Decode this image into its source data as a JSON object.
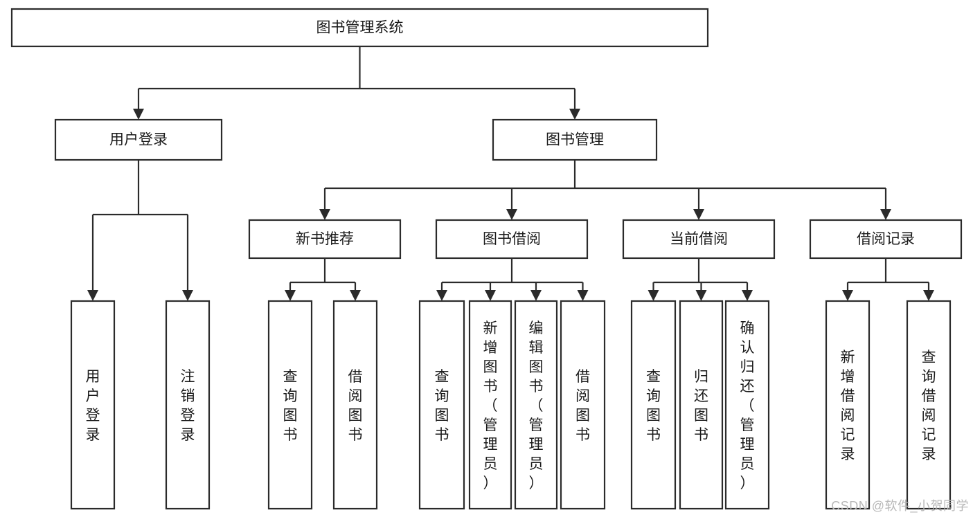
{
  "diagram": {
    "type": "tree",
    "title": "图书管理系统",
    "watermark": "CSDN @软件_小贺同学",
    "levels": [
      {
        "level": 1,
        "nodes": [
          {
            "id": "root",
            "label": "图书管理系统",
            "orientation": "horizontal"
          }
        ]
      },
      {
        "level": 2,
        "nodes": [
          {
            "id": "login",
            "label": "用户登录",
            "orientation": "horizontal",
            "parent": "root"
          },
          {
            "id": "bookmgmt",
            "label": "图书管理",
            "orientation": "horizontal",
            "parent": "root"
          }
        ]
      },
      {
        "level": 3,
        "nodes": [
          {
            "id": "newbook",
            "label": "新书推荐",
            "orientation": "horizontal",
            "parent": "bookmgmt"
          },
          {
            "id": "borrow",
            "label": "图书借阅",
            "orientation": "horizontal",
            "parent": "bookmgmt"
          },
          {
            "id": "current",
            "label": "当前借阅",
            "orientation": "horizontal",
            "parent": "bookmgmt"
          },
          {
            "id": "records",
            "label": "借阅记录",
            "orientation": "horizontal",
            "parent": "bookmgmt"
          }
        ]
      },
      {
        "level": 4,
        "nodes": [
          {
            "id": "leaf1",
            "label": "用户登录",
            "orientation": "vertical",
            "parent": "login"
          },
          {
            "id": "leaf2",
            "label": "注销登录",
            "orientation": "vertical",
            "parent": "login"
          },
          {
            "id": "leaf3",
            "label": "查询图书",
            "orientation": "vertical",
            "parent": "newbook"
          },
          {
            "id": "leaf4",
            "label": "借阅图书",
            "orientation": "vertical",
            "parent": "newbook"
          },
          {
            "id": "leaf5",
            "label": "查询图书",
            "orientation": "vertical",
            "parent": "borrow"
          },
          {
            "id": "leaf6",
            "label": "新增图书（管理员）",
            "orientation": "vertical",
            "parent": "borrow"
          },
          {
            "id": "leaf7",
            "label": "编辑图书（管理员）",
            "orientation": "vertical",
            "parent": "borrow"
          },
          {
            "id": "leaf8",
            "label": "借阅图书",
            "orientation": "vertical",
            "parent": "borrow"
          },
          {
            "id": "leaf9",
            "label": "查询图书",
            "orientation": "vertical",
            "parent": "current"
          },
          {
            "id": "leaf10",
            "label": "归还图书",
            "orientation": "vertical",
            "parent": "current"
          },
          {
            "id": "leaf11",
            "label": "确认归还（管理员）",
            "orientation": "vertical",
            "parent": "current"
          },
          {
            "id": "leaf12",
            "label": "新增借阅记录",
            "orientation": "vertical",
            "parent": "records"
          },
          {
            "id": "leaf13",
            "label": "查询借阅记录",
            "orientation": "vertical",
            "parent": "records"
          }
        ]
      }
    ],
    "colors": {
      "box_stroke": "#2b2b2b",
      "box_fill": "#ffffff",
      "text": "#1a1a1a",
      "background": "#ffffff",
      "watermark": "#b8b8b8"
    }
  }
}
